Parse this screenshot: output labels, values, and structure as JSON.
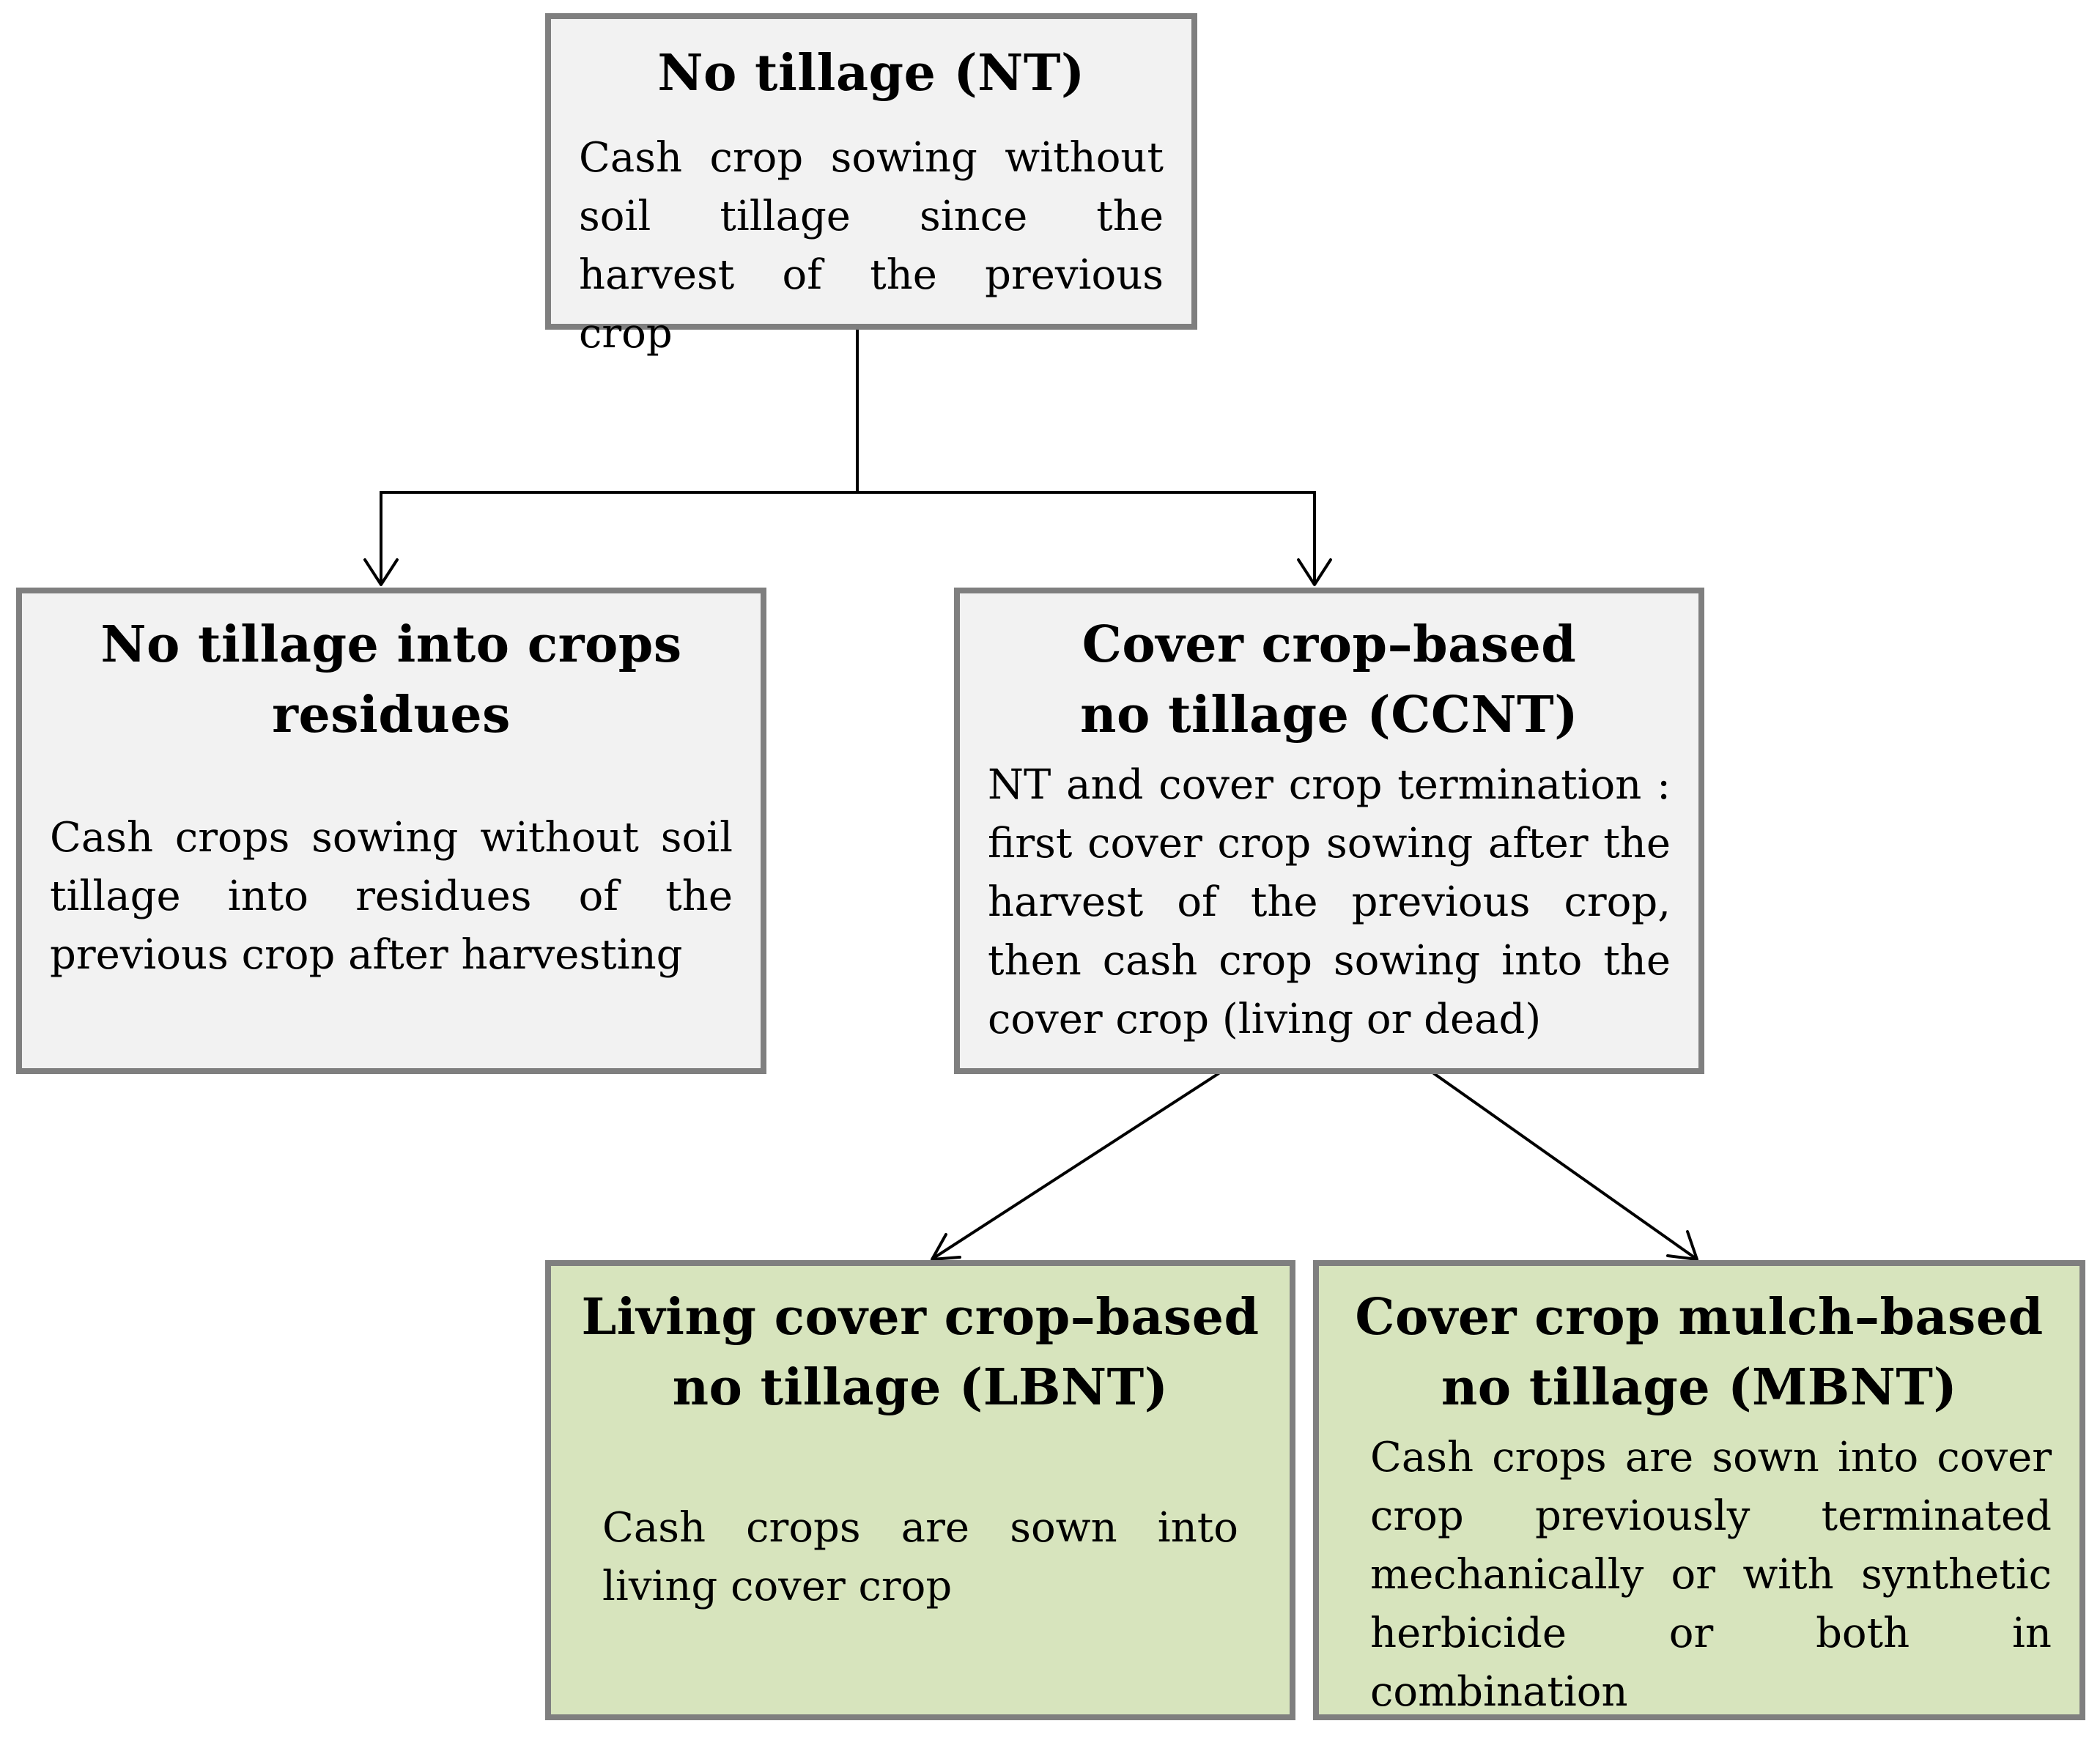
{
  "nodes": {
    "nt": {
      "title": "No tillage (NT)",
      "description": "Cash crop sowing without soil tillage since the harvest of the previous crop"
    },
    "residues": {
      "title_line1": "No tillage into crops",
      "title_line2": "residues",
      "description": "Cash crops sowing without soil tillage into residues of the previous crop after harvesting"
    },
    "ccnt": {
      "title_line1": "Cover crop–based",
      "title_line2": "no tillage (CCNT)",
      "description": "NT and cover crop termination : first cover crop sowing after the harvest of the previous crop, then cash crop sowing into the cover crop (living or dead)"
    },
    "lbnt": {
      "title_line1": "Living cover crop–based",
      "title_line2": "no tillage (LBNT)",
      "description": "Cash crops are sown into living cover crop"
    },
    "mbnt": {
      "title_line1": "Cover crop mulch–based",
      "title_line2": "no tillage (MBNT)",
      "description": "Cash crops are sown into cover crop previously terminated mechanically or with synthetic herbicide or both in combination"
    }
  },
  "colors": {
    "grey_fill": "#f2f2f2",
    "green_fill": "#d7e4bd",
    "border": "#7f7f7f",
    "connector": "#000000"
  }
}
